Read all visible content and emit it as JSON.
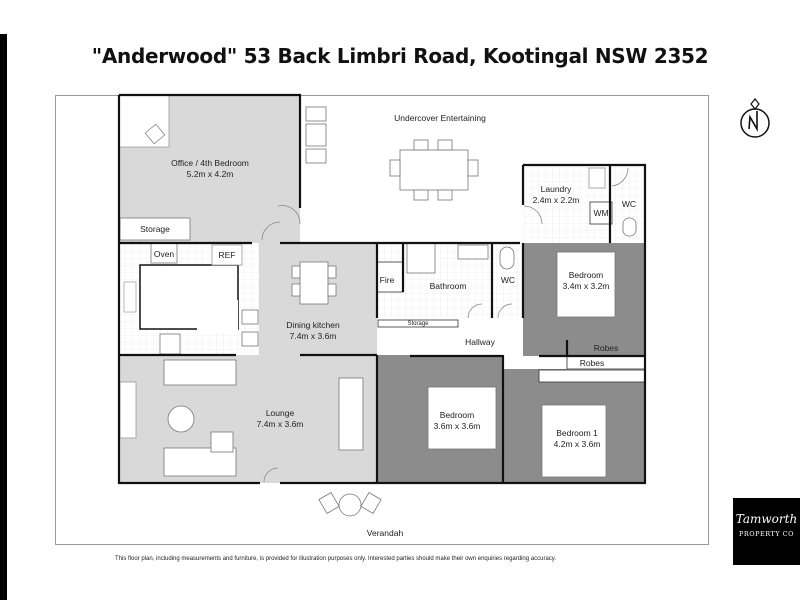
{
  "title": "\"Anderwood\" 53 Back Limbri Road, Kootingal NSW 2352",
  "rooms": {
    "office": {
      "name": "Office / 4th Bedroom",
      "size": "5.2m x 4.2m"
    },
    "office_storage": {
      "name": "Storage"
    },
    "undercover": {
      "name": "Undercover Entertaining"
    },
    "laundry": {
      "name": "Laundry",
      "size": "2.4m x 2.2m"
    },
    "wm": {
      "name": "WM"
    },
    "wc_laundry": {
      "name": "WC"
    },
    "oven": {
      "name": "Oven"
    },
    "ref": {
      "name": "REF"
    },
    "dining_kitchen": {
      "name": "Dining kitchen",
      "size": "7.4m x 3.6m"
    },
    "fire": {
      "name": "Fire"
    },
    "bathroom": {
      "name": "Bathroom"
    },
    "wc_hall": {
      "name": "WC"
    },
    "storage_hall": {
      "name": "Storage"
    },
    "hallway": {
      "name": "Hallway"
    },
    "bedroom_ne": {
      "name": "Bedroom",
      "size": "3.4m x 3.2m"
    },
    "robes1": {
      "name": "Robes"
    },
    "robes2": {
      "name": "Robes"
    },
    "lounge": {
      "name": "Lounge",
      "size": "7.4m x 3.6m"
    },
    "bedroom_mid": {
      "name": "Bedroom",
      "size": "3.6m x 3.6m"
    },
    "bedroom1": {
      "name": "Bedroom 1",
      "size": "4.2m x 3.6m"
    },
    "verandah": {
      "name": "Verandah"
    }
  },
  "compass": {
    "label": "N"
  },
  "disclaimer": "This floor plan, including measurements and furniture,  is provided for illustration purposes only.  Interested parties should make their own enquiries regarding accuracy.",
  "logo": {
    "script": "Tamworth",
    "sub": "PROPERTY CO"
  },
  "colors": {
    "wall": "#111111",
    "light_room": "#d9d9d9",
    "dark_room": "#8c8c8c",
    "tile": "#ffffff"
  }
}
